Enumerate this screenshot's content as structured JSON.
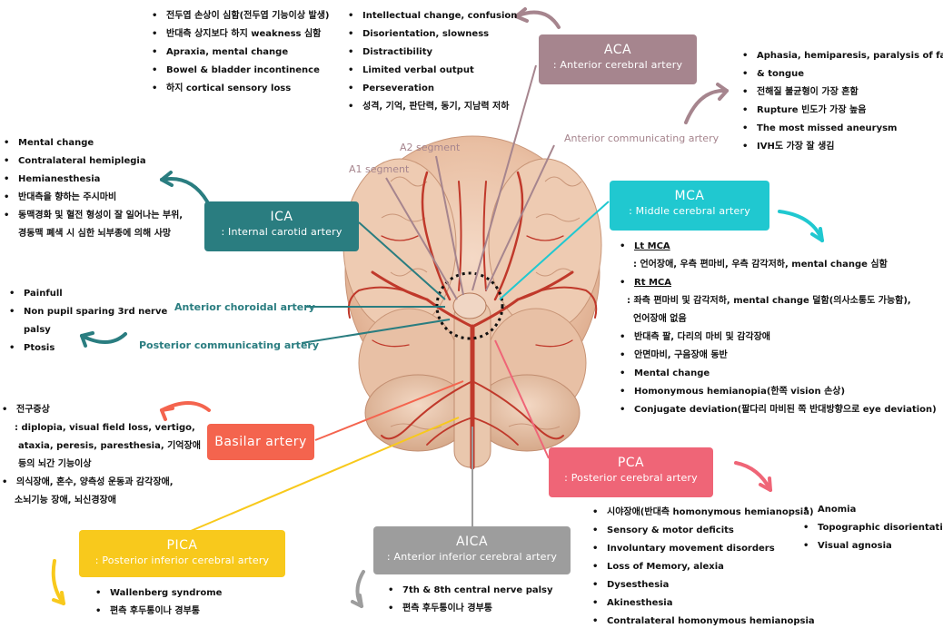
{
  "colors": {
    "aca": "#a6858e",
    "ica": "#2a7d80",
    "mca": "#20c8d0",
    "basilar": "#f4644e",
    "pca": "#ef6577",
    "pica": "#f8c91c",
    "aica": "#9d9d9d"
  },
  "labels": {
    "a1": "A1 segment",
    "a2": "A2 segment",
    "acom": "Anterior communicating artery",
    "achor": "Anterior choroidal artery",
    "pcom": "Posterior communicating artery"
  },
  "aca": {
    "title": "ACA",
    "subtitle": ": Anterior cerebral artery",
    "list1": [
      "전두엽 손상이 심함(전두엽 기능이상 발생)",
      "반대측 상지보다 하지 weakness 심함",
      "Apraxia, mental change",
      "Bowel & bladder incontinence",
      "하지 cortical sensory loss"
    ],
    "list2": [
      "Intellectual change, confusion",
      "Disorientation, slowness",
      "Distractibility",
      "Limited verbal output",
      "Perseveration",
      "성격, 기억, 판단력, 동기, 지남력 저하"
    ]
  },
  "acom": {
    "items": [
      "Aphasia, hemiparesis, paralysis of face",
      "& tongue",
      "전해질 불균형이 가장 흔함",
      "Rupture 빈도가 가장 높음",
      "The most missed aneurysm",
      "IVH도 가장 잘 생김"
    ]
  },
  "ica": {
    "title": "ICA",
    "subtitle": ": Internal carotid artery",
    "items": [
      "Mental change",
      "Contralateral hemiplegia",
      "Hemianesthesia",
      "반대측을 향하는 주시마비",
      "동맥경화 및 혈전 형성이 잘 일어나는 부위,",
      "경동맥 폐색 시 심한 뇌부종에 의해 사망"
    ]
  },
  "pcom": {
    "items": [
      "Painfull",
      "Non pupil sparing 3rd nerve",
      "palsy",
      "Ptosis"
    ]
  },
  "mca": {
    "title": "MCA",
    "subtitle": ": Middle cerebral artery",
    "lt": "Lt MCA",
    "lt_desc": ": 언어장애, 우측 편마비, 우측 감각저하, mental change 심함",
    "rt": "Rt MCA",
    "rt_desc": ": 좌측 편마비 및 감각저하, mental change 덜함(의사소통도 가능함),",
    "rt_desc2": "언어장애 없음",
    "items": [
      "반대측 팔, 다리의 마비 및 감각장애",
      "안면마비, 구음장애 동반",
      "Mental change",
      "Homonymous hemianopia(한쪽 vision 손상)",
      "Conjugate deviation(팔다리 마비된 쪽 반대방향으로 eye deviation)"
    ]
  },
  "basilar": {
    "title": "Basilar artery",
    "head": "전구증상",
    "desc": [
      ": diplopia, visual field loss, vertigo,",
      "ataxia, peresis, paresthesia, 기억장애",
      "등의 뇌간 기능이상"
    ],
    "item2": [
      "의식장애, 혼수, 양측성 운동과 감각장애,",
      "소뇌기능 장애, 뇌신경장애"
    ]
  },
  "pca": {
    "title": "PCA",
    "subtitle": ": Posterior cerebral artery",
    "list1": [
      "시야장애(반대측 homonymous hemianopsia)",
      "Sensory & motor deficits",
      "Involuntary movement disorders",
      "Loss of Memory, alexia",
      "Dysesthesia",
      "Akinesthesia",
      "Contralateral homonymous hemianopsia"
    ],
    "list2": [
      "Anomia",
      "Topographic disorientation",
      "Visual agnosia"
    ]
  },
  "pica": {
    "title": "PICA",
    "subtitle": ": Posterior inferior cerebral artery",
    "items": [
      "Wallenberg syndrome",
      "편측 후두통이나 경부통"
    ]
  },
  "aica": {
    "title": "AICA",
    "subtitle": ": Anterior inferior cerebral artery",
    "items": [
      "7th & 8th central nerve palsy",
      "편측 후두통이나 경부통"
    ]
  }
}
